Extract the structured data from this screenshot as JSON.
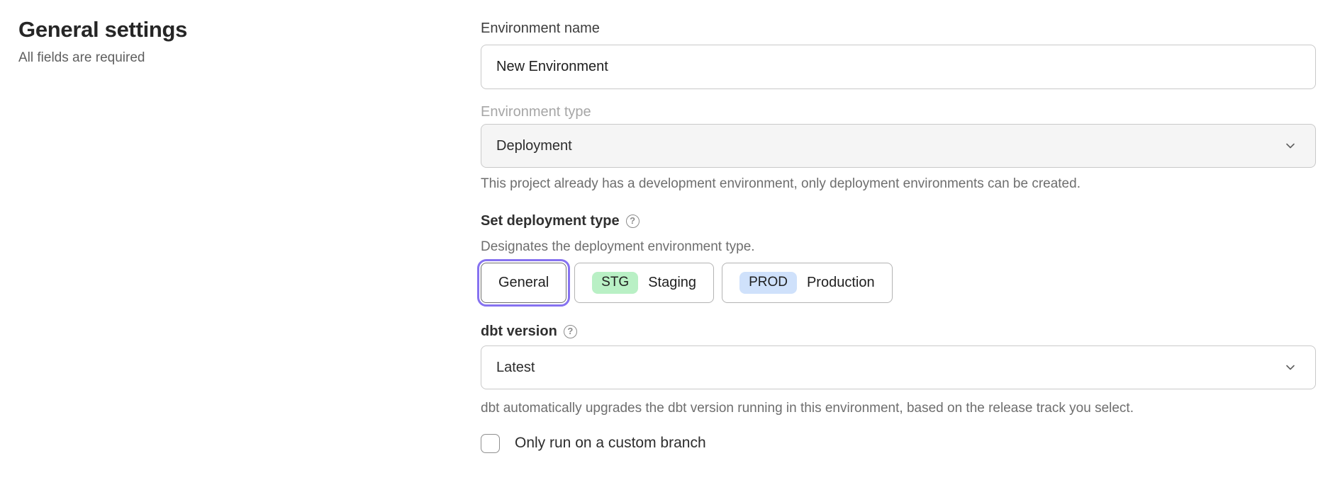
{
  "page": {
    "title": "General settings",
    "subtitle": "All fields are required"
  },
  "form": {
    "environment_name": {
      "label": "Environment name",
      "value": "New Environment"
    },
    "environment_type": {
      "label": "Environment type",
      "value": "Deployment",
      "helper": "This project already has a development environment, only deployment environments can be created."
    },
    "deployment_type": {
      "label": "Set deployment type",
      "helper": "Designates the deployment environment type.",
      "options": [
        {
          "label": "General",
          "selected": true
        },
        {
          "badge": "STG",
          "label": "Staging",
          "selected": false
        },
        {
          "badge": "PROD",
          "label": "Production",
          "selected": false
        }
      ]
    },
    "dbt_version": {
      "label": "dbt version",
      "value": "Latest",
      "helper": "dbt automatically upgrades the dbt version running in this environment, based on the release track you select."
    },
    "custom_branch": {
      "label": "Only run on a custom branch",
      "checked": false
    }
  },
  "icons": {
    "help_glyph": "?"
  },
  "colors": {
    "accent_purple": "#8672f0",
    "badge_green": "#b9f0c5",
    "badge_blue": "#cfe1fb",
    "disabled_field_bg": "#f5f5f5"
  }
}
